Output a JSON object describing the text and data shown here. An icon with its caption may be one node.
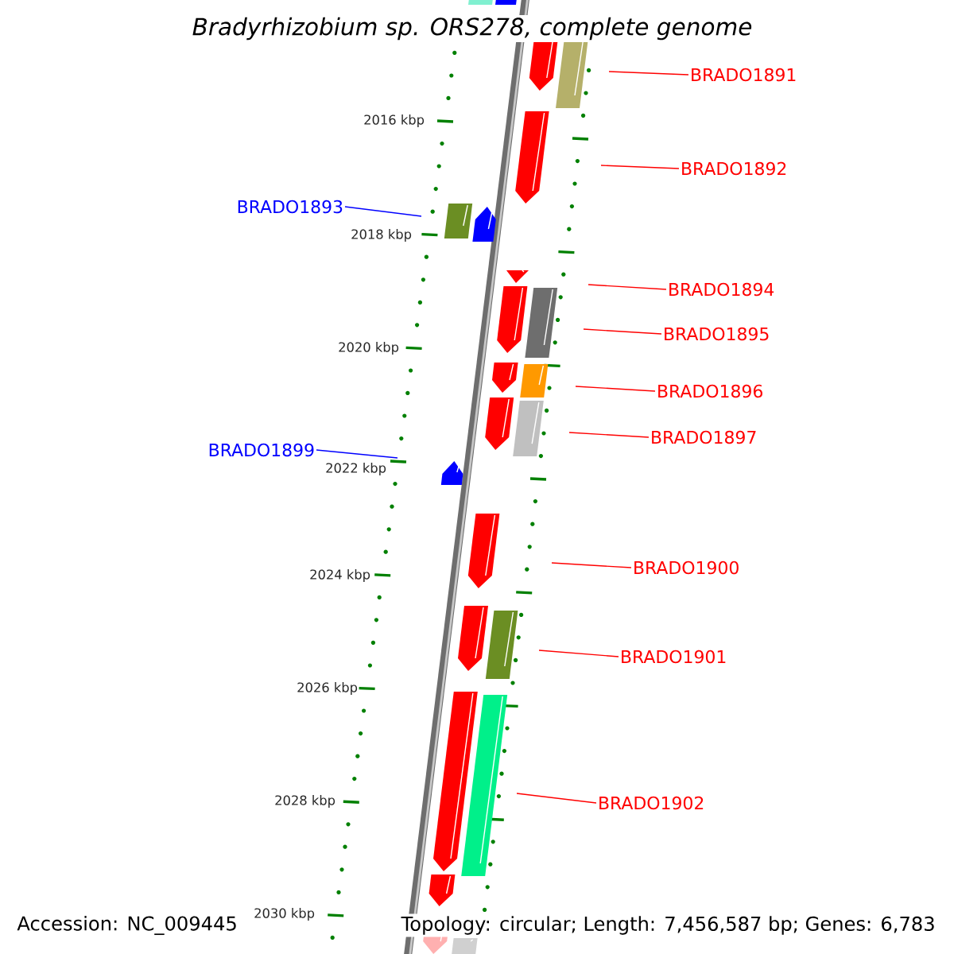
{
  "diagram": {
    "title": "Bradyrhizobium sp. ORS278, complete genome",
    "nodes": [
      {
        "text": [
          "BRADO1891"
        ]
      },
      {
        "text": [
          "BRADO1892"
        ]
      },
      {
        "text": [
          "BRADO1893"
        ]
      },
      {
        "text": [
          "BRADO1894"
        ]
      },
      {
        "text": [
          "BRADO1895"
        ]
      },
      {
        "text": [
          "BRADO1896"
        ]
      },
      {
        "text": [
          "BRADO1897"
        ]
      },
      {
        "text": [
          "BRADO1899"
        ]
      },
      {
        "text": [
          "BRADO1900"
        ]
      },
      {
        "text": [
          "BRADO1901"
        ]
      },
      {
        "text": [
          "BRADO1902"
        ]
      }
    ],
    "edges": [
      {
        "from": 0,
        "to": null,
        "arrow": "none"
      },
      {
        "from": 1,
        "to": null,
        "arrow": "none"
      },
      {
        "from": 2,
        "to": null,
        "arrow": "none",
        "color": "#0000ff"
      },
      {
        "from": 3,
        "to": null,
        "arrow": "none"
      },
      {
        "from": 4,
        "to": null,
        "arrow": "none"
      },
      {
        "from": 5,
        "to": null,
        "arrow": "none"
      },
      {
        "from": 6,
        "to": null,
        "arrow": "none"
      },
      {
        "from": 7,
        "to": null,
        "arrow": "none",
        "color": "#0000ff"
      },
      {
        "from": 8,
        "to": null,
        "arrow": "none"
      },
      {
        "from": 9,
        "to": null,
        "arrow": "none"
      },
      {
        "from": 10,
        "to": null,
        "arrow": "none"
      }
    ],
    "labels": [
      "2016 kbp",
      "2018 kbp",
      "2020 kbp",
      "2022 kbp",
      "2024 kbp",
      "2026 kbp",
      "2028 kbp",
      "2030 kbp",
      "Accession: NC_009445",
      "Topology: circular; Length: 7,456,587 bp; Genes: 6,783"
    ]
  }
}
